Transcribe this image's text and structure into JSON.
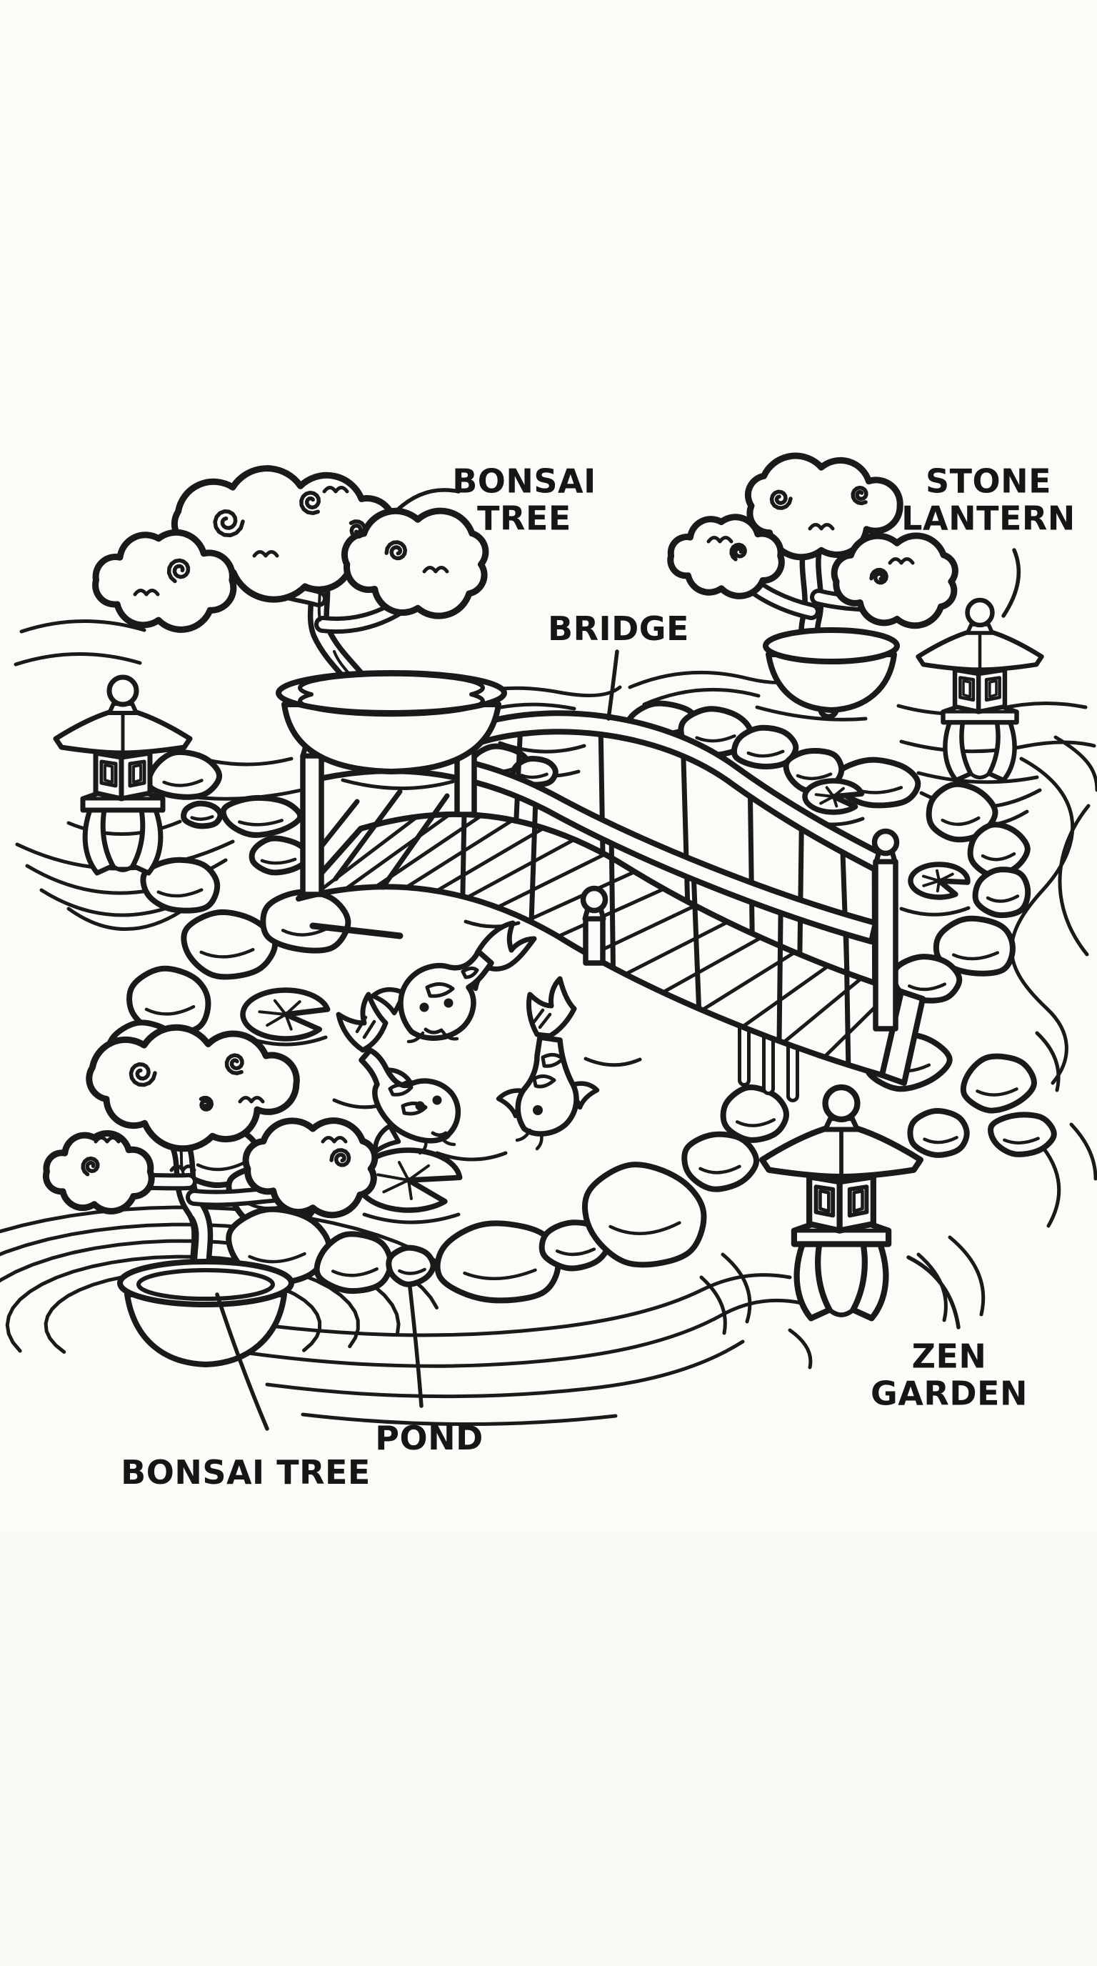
{
  "page": {
    "ink_color": "#1a1a1a",
    "paper_color": "#fcfbf7"
  },
  "labels": {
    "bonsai_top": {
      "lines": [
        "BONSAI",
        "TREE"
      ]
    },
    "stone_lantern": {
      "lines": [
        "STONE",
        "LANTERN"
      ]
    },
    "bridge": {
      "lines": [
        "BRIDGE"
      ]
    },
    "pond": {
      "lines": [
        "POND"
      ]
    },
    "bonsai_bottom": {
      "lines": [
        "BONSAI TREE"
      ]
    },
    "zen_garden": {
      "lines": [
        "ZEN",
        "GARDEN"
      ]
    }
  },
  "scene": {
    "bonsai_tree_count": 3,
    "stone_lantern_count": 3,
    "koi_fish_count": 3,
    "lily_pad_count": 4,
    "has_bridge": true,
    "has_raked_sand_ripples": true
  }
}
